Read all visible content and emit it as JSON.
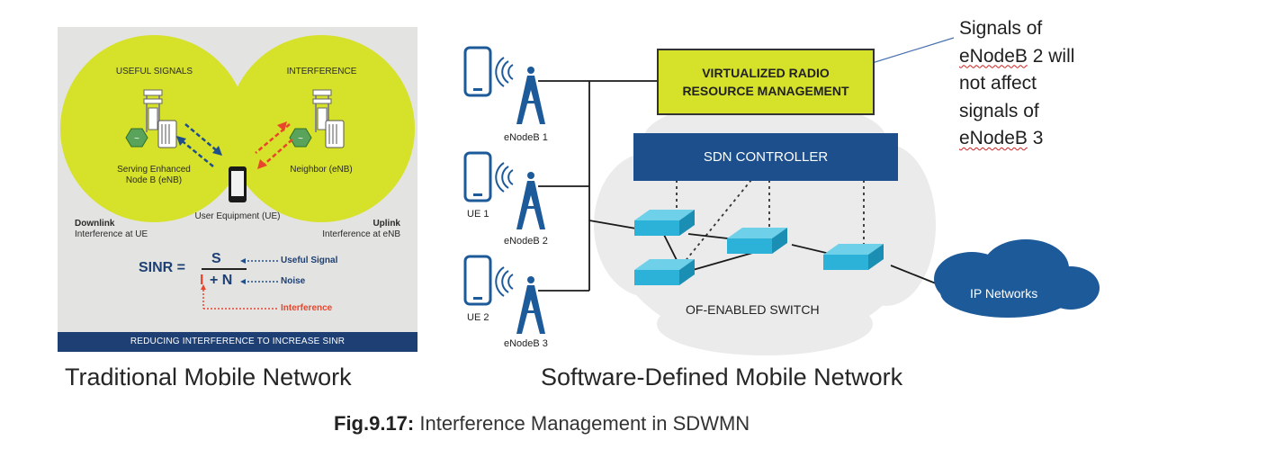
{
  "left_panel": {
    "useful_signals": "USEFUL SIGNALS",
    "interference": "INTERFERENCE",
    "serving_node": "Serving Enhanced\nNode B (eNB)",
    "neighbor_node": "Neighbor (eNB)",
    "user_equipment": "User Equipment (UE)",
    "downlink_title": "Downlink",
    "downlink_sub": "Interference at UE",
    "uplink_title": "Uplink",
    "uplink_sub": "Interference at eNB",
    "sinr_label": "SINR =",
    "sinr_s": "S",
    "sinr_i": "I",
    "sinr_plus_n": "+ N",
    "label_useful_signal": "Useful Signal",
    "label_noise": "Noise",
    "label_interference": "Interference",
    "banner": "REDUCING INTERFERENCE TO INCREASE SINR",
    "colors": {
      "circle": "#d6e12a",
      "banner": "#1d3f73",
      "arrow_blue": "#1f4e8c",
      "arrow_red": "#e8452c"
    }
  },
  "right_panel": {
    "vrrm": "VIRTUALIZED RADIO\nRESOURCE MANAGEMENT",
    "sdn_controller": "SDN CONTROLLER",
    "switch_label": "OF-ENABLED SWITCH",
    "ip_networks": "IP Networks",
    "enodeb1": "eNodeB 1",
    "enodeb2": "eNodeB 2",
    "enodeb3": "eNodeB 3",
    "ue1": "UE 1",
    "ue2": "UE 2",
    "colors": {
      "vrrm": "#d6e12a",
      "controller": "#1d4f8c",
      "switch": "#2cb1d8",
      "cloud": "#1d5a9a",
      "device": "#1d5a9a"
    }
  },
  "annotation": {
    "line1": "Signals of",
    "line2_word": "eNodeB",
    "line2_rest": " 2 will",
    "line3": "not affect",
    "line4": "signals of",
    "line5_word": "eNodeB",
    "line5_rest": " 3"
  },
  "captions": {
    "traditional": "Traditional Mobile Network",
    "software_defined": "Software-Defined Mobile Network",
    "figure_label": "Fig.9.17:",
    "figure_text": " Interference Management in SDWMN"
  }
}
